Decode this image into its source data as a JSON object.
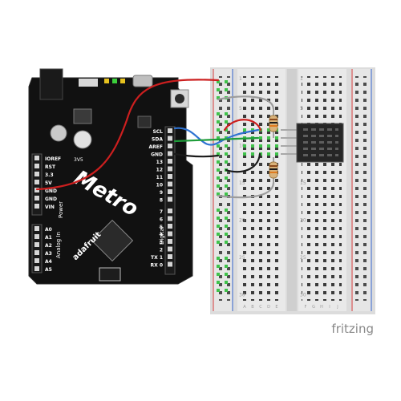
{
  "board": {
    "name": "Metro",
    "maker": "adafruit",
    "analog_label": "Analog In",
    "power_label": "Power",
    "digital_label": "Digital",
    "voltage_mark": "3V5",
    "top_pins": [
      "SCL",
      "SDA",
      "AREF",
      "GND",
      "13",
      "12",
      "11",
      "10",
      "9",
      "8"
    ],
    "mid_pins": [
      "7",
      "6",
      "5",
      "4",
      "3",
      "2",
      "TX 1",
      "RX 0"
    ],
    "power_pins": [
      "IOREF",
      "RST",
      "3.3",
      "5V",
      "GND",
      "GND",
      "VIN"
    ],
    "analog_pins": [
      "A0",
      "A1",
      "A2",
      "A3",
      "A4",
      "A5"
    ]
  },
  "breadboard": {
    "column_letters_left": [
      "A",
      "B",
      "C",
      "D",
      "E"
    ],
    "column_letters_right": [
      "F",
      "G",
      "H",
      "I",
      "J"
    ],
    "row_numbers": [
      "1",
      "5",
      "10",
      "15",
      "20",
      "25",
      "30"
    ]
  },
  "wire_colors": {
    "red": "#cc1f1f",
    "blue": "#2f73d2",
    "green": "#1f9d3a",
    "black": "#1b1b1b",
    "grey": "#9c9c9c"
  },
  "brand": "fritzing"
}
